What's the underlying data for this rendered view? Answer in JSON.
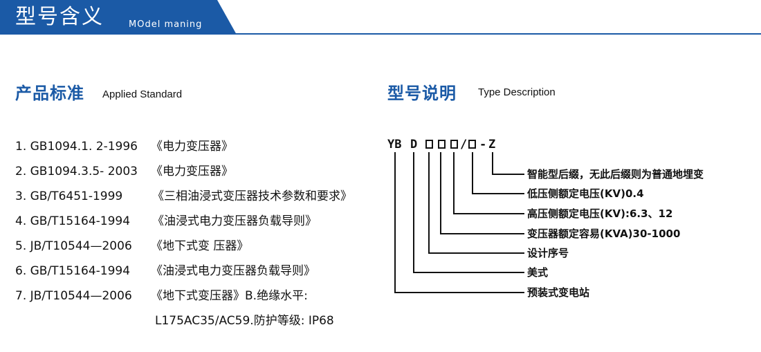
{
  "header": {
    "title": "型号含义",
    "subtitle": "MOdel maning",
    "color": "#1b5aa6"
  },
  "standards_section": {
    "title_zh": "产品标准",
    "title_en": "Applied Standard",
    "items": [
      {
        "code": "1. GB1094.1. 2-1996",
        "title": "《电力变压器》"
      },
      {
        "code": "2. GB1094.3.5- 2003",
        "title": "《电力变压器》"
      },
      {
        "code": "3. GB/T6451-1999",
        "title": "《三相油浸式变压器技术参数和要求》"
      },
      {
        "code": "4. GB/T15164-1994",
        "title": "《油浸式电力变压器负载导则》"
      },
      {
        "code": "5. JB/T10544—2006",
        "title": "《地下式变 压器》"
      },
      {
        "code": "6. GB/T15164-1994",
        "title": "《油浸式电力变压器负载导则》"
      },
      {
        "code": "7. JB/T10544—2006",
        "title": "《地下式变压器》B.绝缘水平:"
      }
    ],
    "continuation": "L175AC35/AC59.防护等级: IP68"
  },
  "model_section": {
    "title_zh": "型号说明",
    "title_en": "Type Description",
    "code": {
      "prefix": "YB",
      "letter": "D",
      "slash": "/",
      "dash": "-",
      "suffix": "Z"
    },
    "legend": [
      "智能型后缀，无此后缀则为普通地埋变",
      "低压侧额定电压(KV)0.4",
      "高压侧额定电压(KV):6.3、12",
      "变压器额定容易(KVA)30-1000",
      "设计序号",
      "美式",
      "预装式变电站"
    ]
  }
}
